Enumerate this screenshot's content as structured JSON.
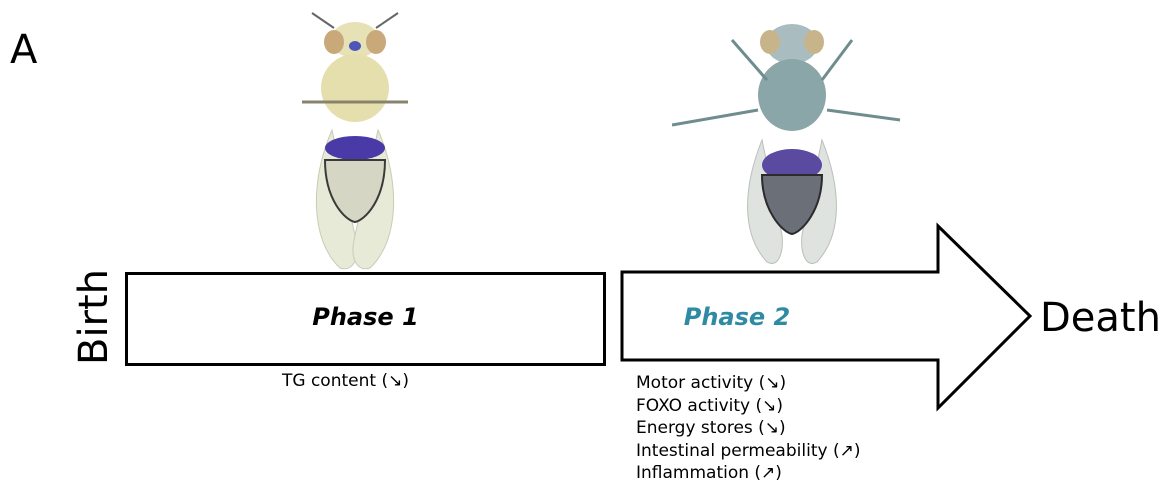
{
  "panel_label": "A",
  "start_label": "Birth",
  "end_label": "Death",
  "phase1": {
    "label": "Phase 1",
    "note": "TG content (↘)"
  },
  "phase2": {
    "label": "Phase 2",
    "label_color": "#2e8ba3",
    "notes": [
      "Motor activity (↘)",
      "FOXO activity (↘)",
      "Energy stores (↘)",
      "Intestinal permeability (↗)",
      "Inflammation (↗)"
    ]
  },
  "images": {
    "fly_phase1": "fly-young-image",
    "fly_phase2": "fly-old-image"
  }
}
